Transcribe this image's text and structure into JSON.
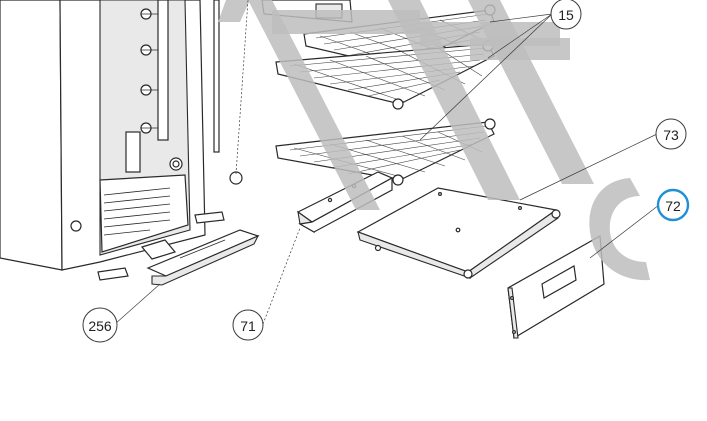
{
  "callouts": [
    {
      "id": "callout-15",
      "label": "15"
    },
    {
      "id": "callout-73",
      "label": "73"
    },
    {
      "id": "callout-72",
      "label": "72",
      "highlighted": true
    },
    {
      "id": "callout-256",
      "label": "256"
    },
    {
      "id": "callout-71",
      "label": "71"
    }
  ],
  "colors": {
    "highlight": "#1f8fd6",
    "line": "#2a2a2a",
    "watermark": "#bdbdbd"
  }
}
